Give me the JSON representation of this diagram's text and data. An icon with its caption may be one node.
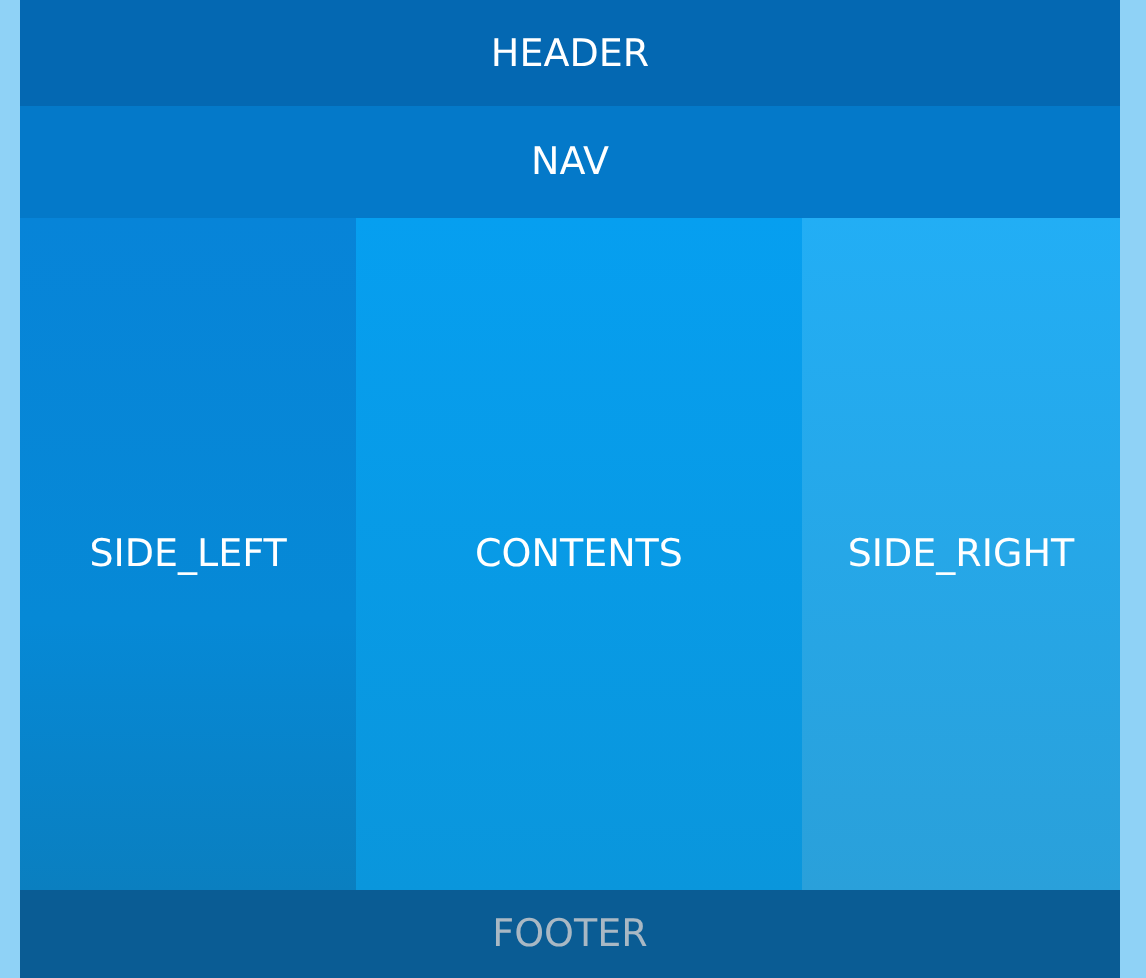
{
  "diagram": {
    "nodes": [
      {
        "text": [
          "HEADER"
        ]
      },
      {
        "text": [
          "NAV"
        ]
      },
      {
        "text": [
          "SIDE_LEFT"
        ]
      },
      {
        "text": [
          "CONTENTS"
        ]
      },
      {
        "text": [
          "SIDE_RIGHT"
        ]
      },
      {
        "text": [
          "FOOTER"
        ]
      }
    ]
  }
}
